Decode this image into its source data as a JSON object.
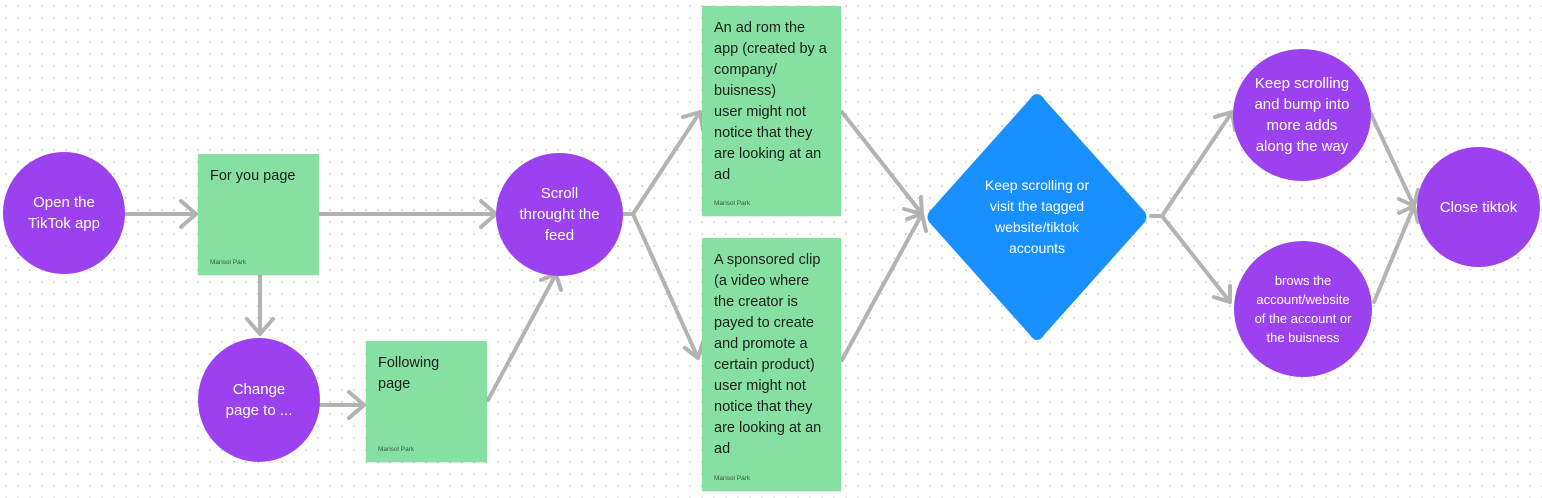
{
  "colors": {
    "terminal": "#9b41ef",
    "sticky": "#86e0a2",
    "decision": "#1990ff",
    "connector": "#b3b3b3"
  },
  "nodes": {
    "open_app": {
      "label": "Open the\nTikTok app"
    },
    "for_you": {
      "text": "For you page",
      "author": "Marisol Park"
    },
    "change_page": {
      "label": "Change\npage to ..."
    },
    "following": {
      "text": "Following page",
      "author": "Marisol Park"
    },
    "scroll_feed": {
      "label": "Scroll\nthrought the\nfeed"
    },
    "ad_app": {
      "text": "An ad rom the\napp (created by a\ncompany/\nbuisness)\nuser might  not\nnotice that they\nare looking at an\nad",
      "author": "Marisol Park"
    },
    "sponsored": {
      "text": "A sponsored clip\n(a video where\nthe creator is\npayed to create\nand promote a\ncertain product)\nuser might  not\nnotice that they\nare looking at an\nad",
      "author": "Marisol Park"
    },
    "decision": {
      "label": "Keep scrolling or\nvisit the tagged\nwebsite/tiktok\naccounts"
    },
    "keep_scrolling": {
      "label": "Keep scrolling\nand bump into\nmore adds\nalong the way"
    },
    "browse": {
      "label": "brows the\naccount/website\nof the account or\nthe buisness"
    },
    "close": {
      "label": "Close tiktok"
    }
  }
}
